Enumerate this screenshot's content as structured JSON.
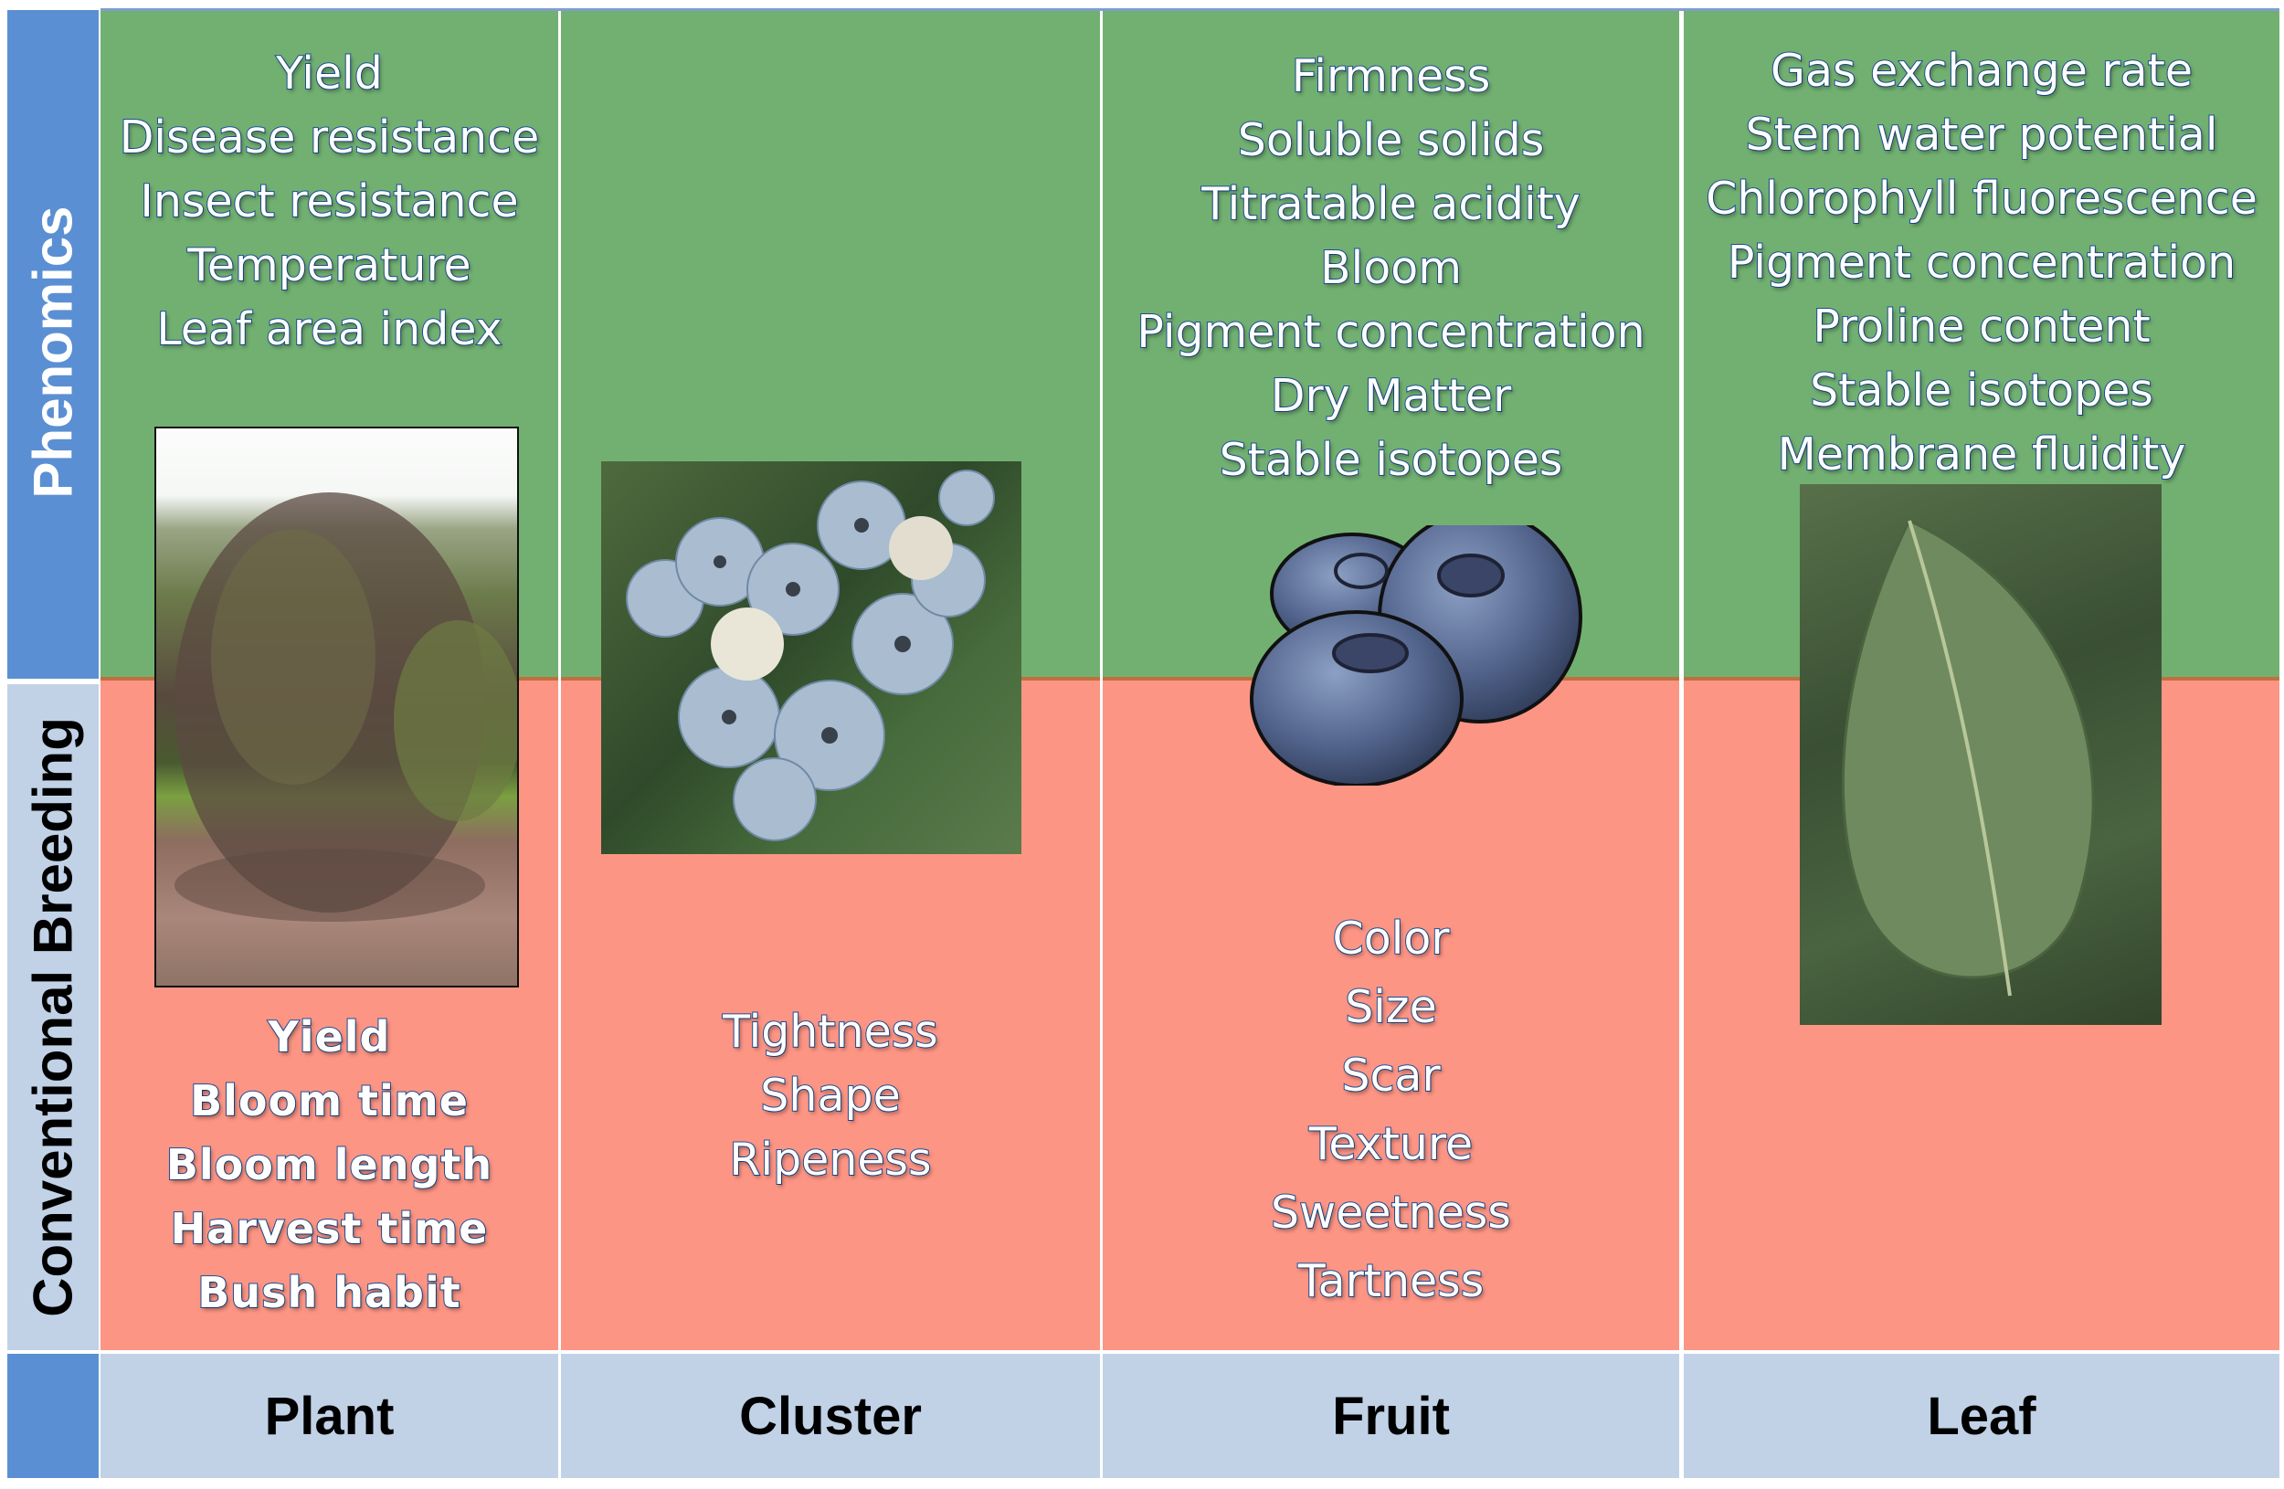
{
  "rows": {
    "phenomics": "Phenomics",
    "conventional": "Conventional Breeding"
  },
  "columns": [
    {
      "name": "Plant",
      "phenomics": [
        "Yield",
        "Disease resistance",
        "Insect resistance",
        "Temperature",
        "Leaf area index"
      ],
      "conventional": [
        "Yield",
        "Bloom time",
        "Bloom length",
        "Harvest time",
        "Bush habit"
      ],
      "image": "blueberry-bush-photo"
    },
    {
      "name": "Cluster",
      "phenomics": [],
      "conventional": [
        "Tightness",
        "Shape",
        "Ripeness"
      ],
      "image": "blueberry-cluster-photo"
    },
    {
      "name": "Fruit",
      "phenomics": [
        "Firmness",
        "Soluble solids",
        "Titratable acidity",
        "Bloom",
        "Pigment concentration",
        "Dry Matter",
        "Stable isotopes"
      ],
      "conventional": [
        "Color",
        "Size",
        "Scar",
        "Texture",
        "Sweetness",
        "Tartness"
      ],
      "image": "blueberry-fruit-illustration"
    },
    {
      "name": "Leaf",
      "phenomics": [
        "Gas exchange rate",
        "Stem water potential",
        "Chlorophyll fluorescence",
        "Pigment concentration",
        "Proline content",
        "Stable isotopes",
        "Membrane fluidity"
      ],
      "conventional": [],
      "image": "blueberry-leaf-photo"
    }
  ],
  "colors": {
    "phenomics_bg": "#72b072",
    "conventional_bg": "#fd9585",
    "row_label_blue": "#5b8fd3",
    "footer_bg": "#c1d2e7",
    "trait_text_outline": "#1b4f97"
  }
}
